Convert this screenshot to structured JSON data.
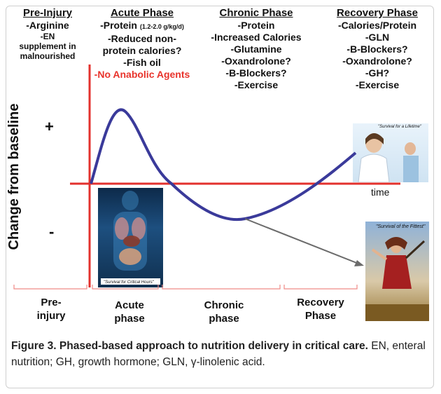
{
  "columns": {
    "pre_injury": {
      "head": "Pre-Injury",
      "items": [
        "-Arginine",
        "-EN",
        "supplement in",
        "malnourished"
      ]
    },
    "acute": {
      "head": "Acute Phase",
      "protein": "-Protein",
      "protein_dose": "(1.2-2.0 g/kg/d)",
      "items": [
        "-Reduced non-",
        "protein calories?",
        "-Fish oil"
      ],
      "red_item": "-No Anabolic Agents"
    },
    "chronic": {
      "head": "Chronic Phase",
      "items": [
        "-Protein",
        "-Increased Calories",
        "-Glutamine",
        "-Oxandrolone?",
        "-B-Blockers?",
        "-Exercise"
      ]
    },
    "recovery": {
      "head": "Recovery Phase",
      "items": [
        "-Calories/Protein",
        "-GLN",
        "-B-Blockers?",
        "-Oxandrolone?",
        "-GH?",
        "-Exercise"
      ]
    }
  },
  "axis": {
    "y_label": "Change from baseline",
    "plus": "+",
    "minus": "-",
    "x_label": "time"
  },
  "phases": {
    "pre": [
      "Pre-",
      "injury"
    ],
    "acute": [
      "Acute",
      "phase"
    ],
    "chronic": [
      "Chronic",
      "phase"
    ],
    "recovery": [
      "Recovery",
      "Phase"
    ]
  },
  "photos": {
    "critical_hours": "\"Survival for Critical Hours\"",
    "lifetime": "\"Survival for a Lifetime\"",
    "fittest": "\"Survival of the Fittest\""
  },
  "caption": {
    "bold": "Figure 3. Phased-based approach to nutrition delivery in critical care.",
    "rest": " EN, enteral nutrition; GH, growth hormone; GLN, γ-linolenic acid."
  },
  "colors": {
    "curve": "#3a3a9a",
    "axis": "#e3312d",
    "arrow": "#6b6b6b",
    "bracket": "#ef8a86"
  }
}
